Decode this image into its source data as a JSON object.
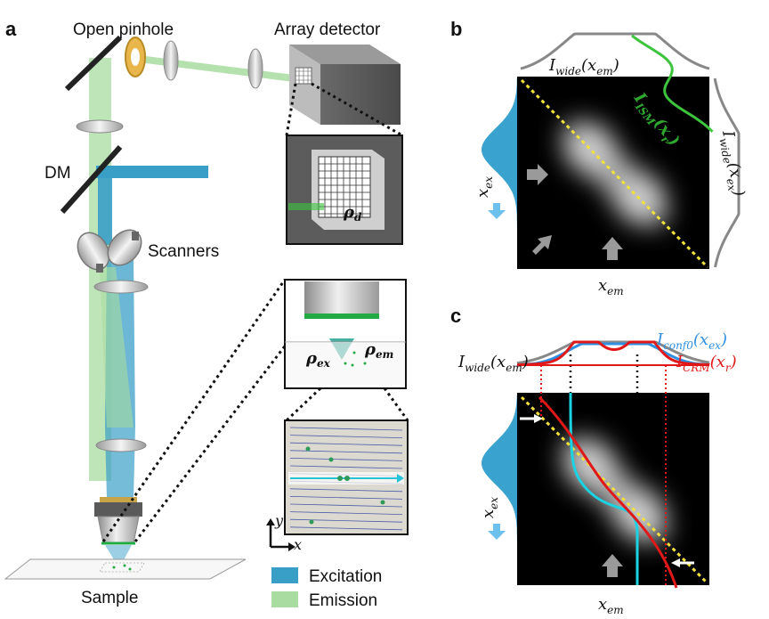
{
  "panels": {
    "a": {
      "letter": "a",
      "labels": {
        "open_pinhole": "Open pinhole",
        "array_detector": "Array detector",
        "dm": "DM",
        "scanners": "Scanners",
        "sample": "Sample",
        "rho_d": "ρd",
        "rho_ex": "ρex",
        "rho_em": "ρem",
        "axis_y": "y",
        "axis_x": "x"
      },
      "legend": [
        {
          "label": "Excitation",
          "color": "#3a9fc7"
        },
        {
          "label": "Emission",
          "color": "#a8dca0"
        }
      ]
    },
    "b": {
      "letter": "b",
      "labels": {
        "i_wide_em": "Iwide(xem)",
        "i_ism": "IISM(xr)",
        "i_wide_ex": "Iwide(xex)",
        "x_ex": "xex",
        "x_em": "xem"
      }
    },
    "c": {
      "letter": "c",
      "labels": {
        "i_wide_em": "Iwide(xem)",
        "i_conf0": "Iconf0(xex)",
        "i_crm": "ICRM(xr)",
        "x_ex": "xex",
        "x_em": "xem"
      }
    }
  },
  "colors": {
    "excitation": "#3a9fc7",
    "emission": "#a8dca0",
    "ism_curve": "#3cc43c",
    "conf_curve": "#2f8fe0",
    "crm_curve": "#e01818",
    "wide_curve": "#888888",
    "diagonal": "#f2e23a",
    "marginal_fill": "#3aa2cf"
  }
}
